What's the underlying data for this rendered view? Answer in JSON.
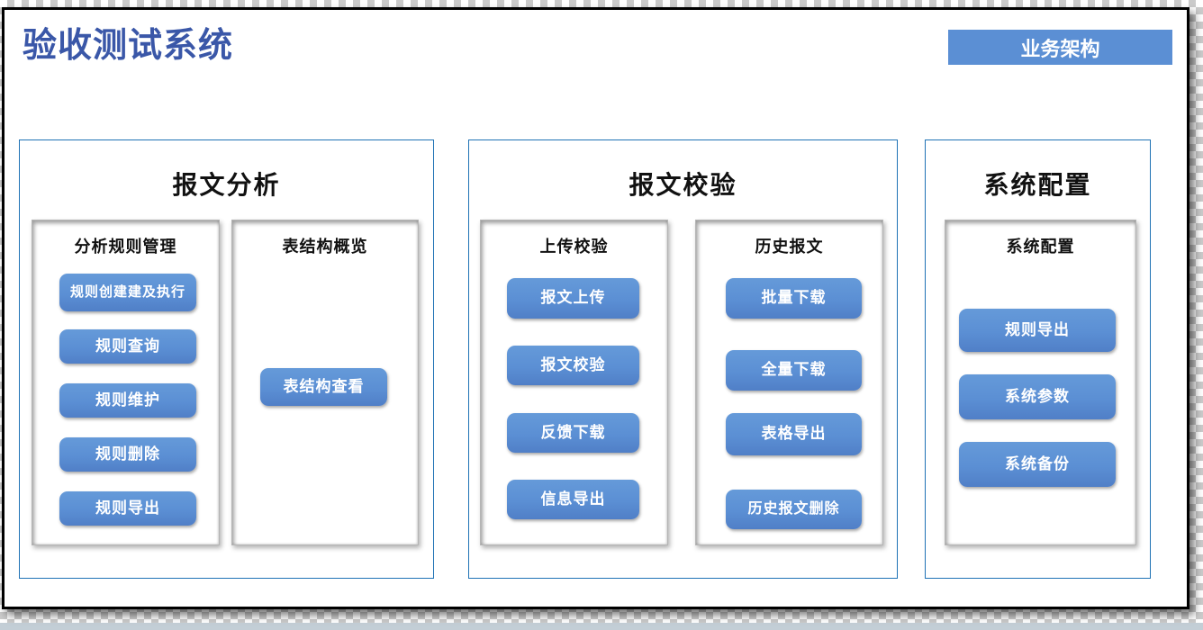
{
  "page": {
    "title": "验收测试系统",
    "badge": "业务架构"
  },
  "colors": {
    "accent_blue": "#5B8FD4",
    "title_blue": "#3A57A8",
    "section_border_blue": "#1F72B5",
    "bottom_strip": "#C3CED6",
    "checker_gray": "#CBCBCB"
  },
  "sections": [
    {
      "title": "报文分析",
      "panels": [
        {
          "title": "分析规则管理",
          "buttons": [
            "规则创建建及执行",
            "规则查询",
            "规则维护",
            "规则删除",
            "规则导出"
          ]
        },
        {
          "title": "表结构概览",
          "buttons": [
            "表结构查看"
          ]
        }
      ]
    },
    {
      "title": "报文校验",
      "panels": [
        {
          "title": "上传校验",
          "buttons": [
            "报文上传",
            "报文校验",
            "反馈下载",
            "信息导出"
          ]
        },
        {
          "title": "历史报文",
          "buttons": [
            "批量下载",
            "全量下载",
            "表格导出",
            "历史报文删除"
          ]
        }
      ]
    },
    {
      "title": "系统配置",
      "panels": [
        {
          "title": "系统配置",
          "buttons": [
            "规则导出",
            "系统参数",
            "系统备份"
          ]
        }
      ]
    }
  ]
}
